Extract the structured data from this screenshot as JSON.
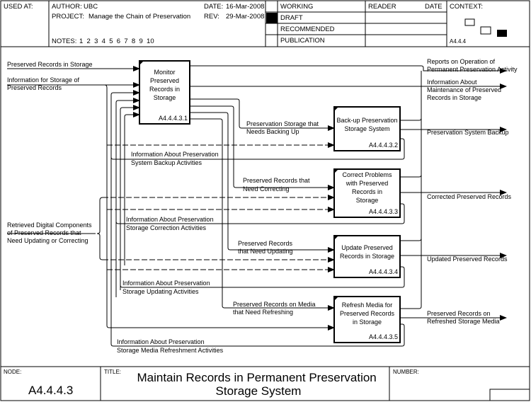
{
  "header": {
    "used_at_label": "USED AT:",
    "author_label": "AUTHOR:",
    "author": "UBC",
    "project_label": "PROJECT:",
    "project": "Manage the Chain of Preservation",
    "date_label": "DATE:",
    "date": "16-Mar-2008",
    "rev_label": "REV:",
    "rev": "29-Mar-2008",
    "notes_label": "NOTES:",
    "notes": "1  2  3  4  5  6  7  8  9  10",
    "status": [
      {
        "label": "WORKING",
        "selected": false
      },
      {
        "label": "DRAFT",
        "selected": true
      },
      {
        "label": "RECOMMENDED",
        "selected": false
      },
      {
        "label": "PUBLICATION",
        "selected": false
      }
    ],
    "reader_label": "READER",
    "reader_date_label": "DATE",
    "context_label": "CONTEXT:",
    "context_node": "A4.4.4"
  },
  "boxes": [
    {
      "id": "A4.4.4.3.1",
      "lines": [
        "Monitor",
        "Preserved",
        "Records in",
        "Storage"
      ]
    },
    {
      "id": "A4.4.4.3.2",
      "lines": [
        "Back-up Preservation",
        "Storage System"
      ]
    },
    {
      "id": "A4.4.4.3.3",
      "lines": [
        "Correct Problems",
        "with Preserved",
        "Records in",
        "Storage"
      ]
    },
    {
      "id": "A4.4.4.3.4",
      "lines": [
        "Update  Preserved",
        "Records in Storage"
      ]
    },
    {
      "id": "A4.4.4.3.5",
      "lines": [
        "Refresh Media for",
        "Preserved Records",
        "in Storage"
      ]
    }
  ],
  "inputs": [
    {
      "lines": [
        "Preserved Records in Storage"
      ]
    },
    {
      "lines": [
        "Information for Storage of",
        "Preserved Records"
      ]
    },
    {
      "lines": [
        "Retrieved Digital Components",
        "of Preserved Records that",
        "Need Updating or Correcting"
      ]
    }
  ],
  "outputs": [
    {
      "lines": [
        "Reports on Operation of",
        "Permanent Preservation Activity"
      ]
    },
    {
      "lines": [
        "Information About",
        "Maintenance of Preserved",
        "Records in Storage"
      ]
    },
    {
      "lines": [
        "Preservation System Backup"
      ]
    },
    {
      "lines": [
        "Corrected Preserved Records"
      ]
    },
    {
      "lines": [
        "Updated Preserved Records"
      ]
    },
    {
      "lines": [
        "Preserved Records on",
        "Refreshed Storage Media"
      ]
    }
  ],
  "internal_labels": [
    {
      "lines": [
        "Preservation Storage that",
        "Needs Backing Up"
      ]
    },
    {
      "lines": [
        "Information About Preservation",
        "System Backup Activities"
      ]
    },
    {
      "lines": [
        "Preserved Records that",
        "Need Correcting"
      ]
    },
    {
      "lines": [
        "Information About Preservation",
        "Storage Correction Activities"
      ]
    },
    {
      "lines": [
        "Preserved Records",
        "that Need Updating"
      ]
    },
    {
      "lines": [
        "Information About Preservation",
        "Storage Updating Activities"
      ]
    },
    {
      "lines": [
        "Preserved Records on Media",
        "that Need Refreshing"
      ]
    },
    {
      "lines": [
        "Information About Preservation",
        "Storage Media Refreshment Activities"
      ]
    }
  ],
  "footer": {
    "node_label": "NODE:",
    "node": "A4.4.4.3",
    "title_label": "TITLE:",
    "title_lines": [
      "Maintain Records in Permanent Preservation",
      "Storage System"
    ],
    "number_label": "NUMBER:"
  }
}
